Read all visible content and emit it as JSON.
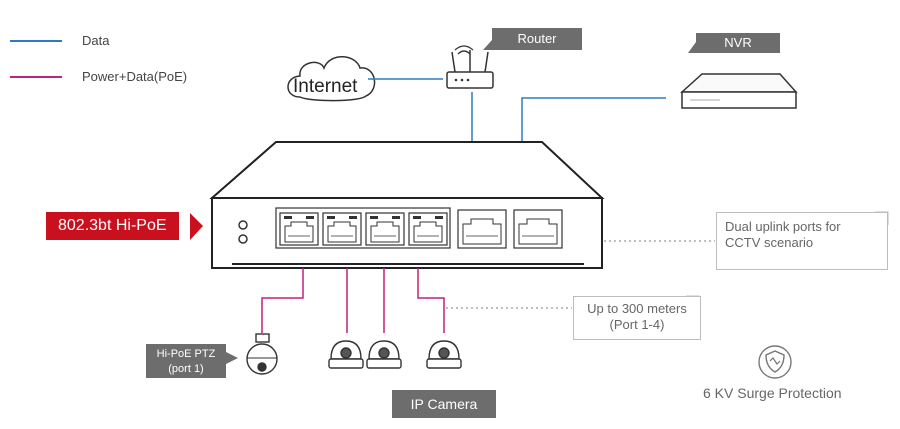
{
  "legend": {
    "data_label": "Data",
    "poe_label": "Power+Data(PoE)",
    "data_color": "#2e7bc4",
    "poe_color": "#c2217e"
  },
  "labels": {
    "internet": "Internet",
    "router": "Router",
    "nvr": "NVR",
    "hipoe": "802.3bt Hi-PoE",
    "uplink_line1": "Dual uplink ports for",
    "uplink_line2": "CCTV scenario",
    "distance_line1": "Up to 300 meters",
    "distance_line2": "(Port 1-4)",
    "ptz_line1": "Hi-PoE PTZ",
    "ptz_line2": "(port 1)",
    "ip_camera": "IP Camera",
    "surge": "6 KV Surge Protection"
  },
  "icons": {
    "cloud": "cloud-icon",
    "router": "router-icon",
    "nvr": "nvr-icon",
    "switch": "switch-icon",
    "ptz_camera": "ptz-camera-icon",
    "dome_camera": "dome-camera-icon",
    "shield": "surge-shield-icon"
  },
  "colors": {
    "hipoe_badge": "#c8101e",
    "label_tag": "#6d6d6d"
  }
}
